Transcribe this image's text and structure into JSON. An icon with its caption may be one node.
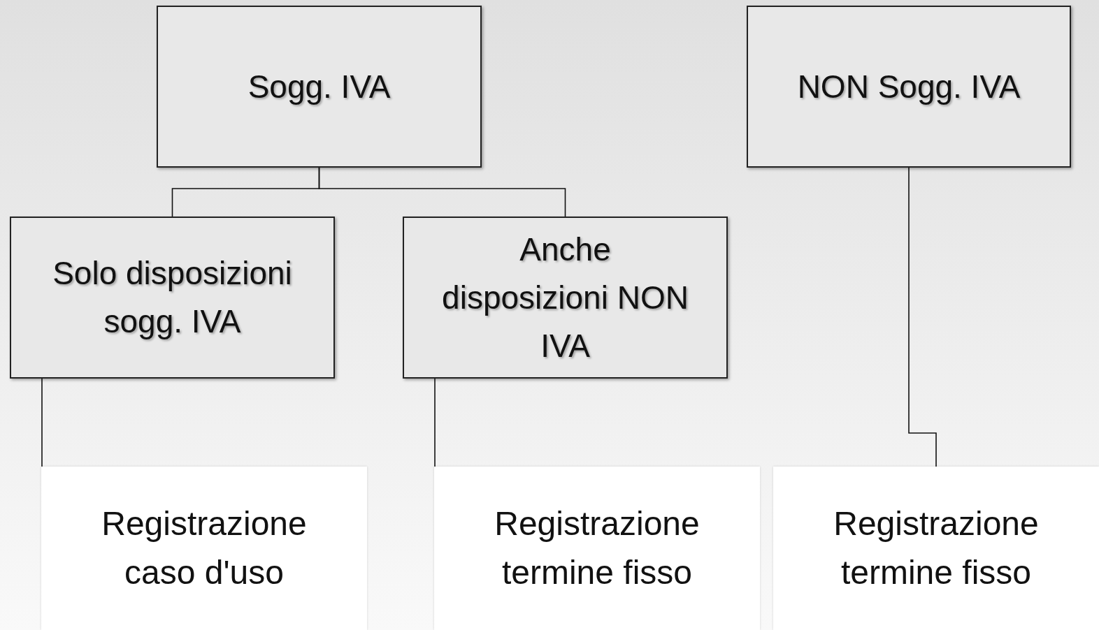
{
  "diagram": {
    "nodes": [
      {
        "text": [
          "Sogg. IVA"
        ]
      },
      {
        "text": [
          "NON Sogg. IVA"
        ]
      },
      {
        "text": [
          "Solo disposizioni sogg. IVA"
        ]
      },
      {
        "text": [
          "Anche disposizioni NON IVA"
        ]
      },
      {
        "text": [
          "Registrazione caso d'uso"
        ]
      },
      {
        "text": [
          "Registrazione termine fisso"
        ]
      },
      {
        "text": [
          "Registrazione termine fisso"
        ]
      }
    ],
    "edges": [
      {
        "from": 0,
        "to": 2,
        "arrow": "none"
      },
      {
        "from": 0,
        "to": 3,
        "arrow": "none"
      },
      {
        "from": 2,
        "to": 4,
        "arrow": "none"
      },
      {
        "from": 3,
        "to": 5,
        "arrow": "none"
      },
      {
        "from": 1,
        "to": 6,
        "arrow": "none"
      }
    ]
  }
}
